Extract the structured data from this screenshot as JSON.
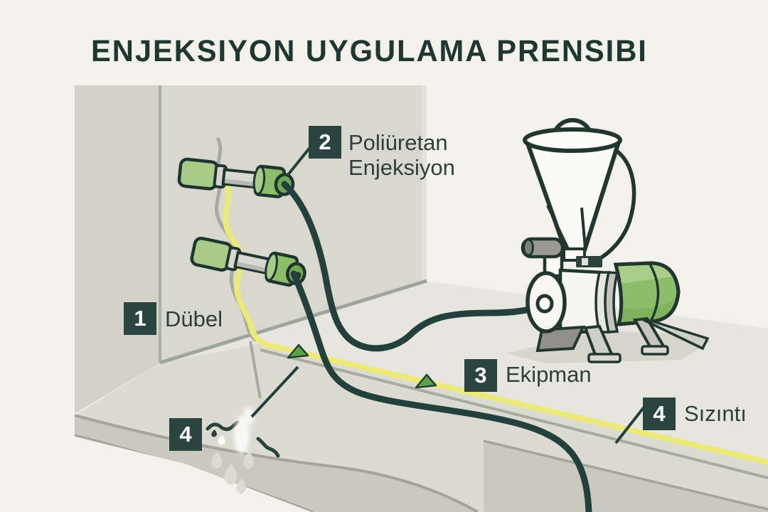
{
  "title": "ENJEKSIYON UYGULAMA PRENSIBI",
  "callouts": {
    "dubel": {
      "number": "1",
      "label": "Dübel"
    },
    "enjeksiyon": {
      "number": "2",
      "label_line1": "Poliüretan",
      "label_line2": "Enjeksiyon"
    },
    "ekipman": {
      "number": "3",
      "label": "Ekipman"
    },
    "sizinti_left": {
      "number": "4"
    },
    "sizinti_right": {
      "number": "4",
      "label": "Sızıntı"
    }
  },
  "colors": {
    "background": "#f2f1eb",
    "badge": "#2a4540",
    "title_text": "#1f3631",
    "label_text": "#2f3e3a",
    "wall": "#d8d8ce",
    "wall_left": "#d2d2c8",
    "floor": "#e7e6de",
    "floor_front": "#dcdbd1",
    "slab_face": "#c9c9bf",
    "leak_yellow": "#ece97b",
    "crack_gray": "#a8a99f",
    "hose_dark": "#24403c",
    "machine_green": "#8cbd69",
    "machine_green_light": "#a8cf8a",
    "machine_green_dark": "#7fb360",
    "packer_green": "#a6cc87",
    "metal_silver": "#d9d9d3"
  }
}
